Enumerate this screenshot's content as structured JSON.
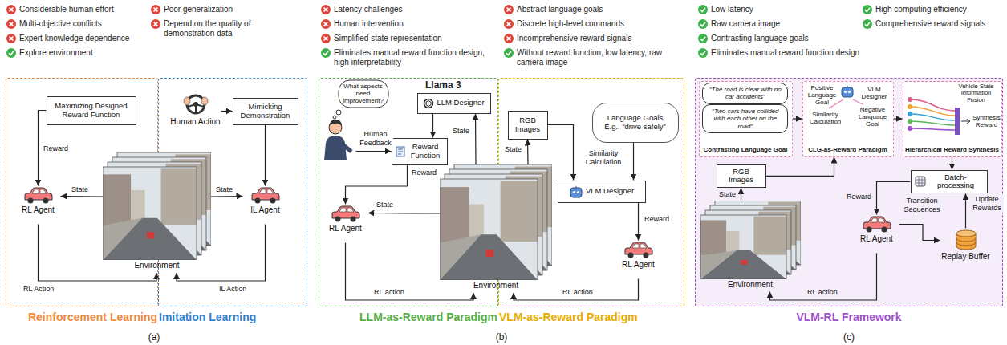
{
  "diagram": {
    "nodes": [
      {
        "text": [
          "Reinforcement Learning"
        ]
      },
      {
        "text": [
          "Imitation Learning"
        ]
      },
      {
        "text": [
          "Maximizing Designed Reward Function"
        ],
        "in": 0
      },
      {
        "text": [
          "RL Agent"
        ],
        "in": 0
      },
      {
        "text": [
          "Human Action"
        ],
        "in": 1
      },
      {
        "text": [
          "Mimicking Demonstration"
        ],
        "in": 1
      },
      {
        "text": [
          "IL Agent"
        ],
        "in": 1
      },
      {
        "text": [
          "Environment"
        ]
      },
      {
        "text": [
          "LLM-as-Reward Paradigm"
        ]
      },
      {
        "text": [
          "VLM-as-Reward Paradigm"
        ]
      },
      {
        "text": [
          "What aspects need improvement?"
        ],
        "in": 8
      },
      {
        "text": [
          "LLM Designer"
        ],
        "in": 8
      },
      {
        "text": [
          "Reward Function"
        ],
        "in": 8
      },
      {
        "text": [
          "RL Agent"
        ],
        "in": 8
      },
      {
        "text": [
          "Environment"
        ]
      },
      {
        "text": [
          "RGB Images"
        ],
        "in": 9
      },
      {
        "text": [
          "Language Goals",
          "E.g., “drive safely”"
        ],
        "in": 9
      },
      {
        "text": [
          "VLM Designer"
        ],
        "in": 9
      },
      {
        "text": [
          "RL Agent"
        ],
        "in": 9
      },
      {
        "text": [
          "VLM-RL Framework"
        ]
      },
      {
        "text": [
          "Contrasting Language Goal"
        ],
        "in": 19
      },
      {
        "text": [
          "“The road is clear with no car accidents”"
        ],
        "in": 20
      },
      {
        "text": [
          "“Two cars have collided with each other on the road”"
        ],
        "in": 20
      },
      {
        "text": [
          "CLG-as-Reward Paradigm",
          "Positive Language Goal",
          "VLM Designer",
          "Similarity Calculation",
          "Negative Language Goal"
        ],
        "in": 19
      },
      {
        "text": [
          "Hierarchical Reward Synthesis",
          "Vehicle State Information Fusion",
          "Synthesis Reward"
        ],
        "in": 19
      },
      {
        "text": [
          "RGB Images"
        ],
        "in": 19
      },
      {
        "text": [
          "Batch-processing"
        ],
        "in": 19
      },
      {
        "text": [
          "RL Agent"
        ],
        "in": 19
      },
      {
        "text": [
          "Replay Buffer"
        ],
        "in": 19
      },
      {
        "text": [
          "Environment"
        ],
        "in": 19
      }
    ],
    "edges": [
      {
        "from": 2,
        "to": 3,
        "arrow": "to",
        "label": "Reward"
      },
      {
        "from": 7,
        "to": 3,
        "arrow": "to",
        "label": "State"
      },
      {
        "from": 3,
        "to": 7,
        "arrow": "to",
        "label": "RL Action"
      },
      {
        "from": 4,
        "to": 5,
        "arrow": "to"
      },
      {
        "from": 5,
        "to": 6,
        "arrow": "to"
      },
      {
        "from": 7,
        "to": 6,
        "arrow": "to",
        "label": "State"
      },
      {
        "from": 6,
        "to": 7,
        "arrow": "to",
        "label": "IL Action"
      },
      {
        "from": 10,
        "to": 12,
        "arrow": "to",
        "label": "Human Feedback"
      },
      {
        "from": 11,
        "to": 12,
        "arrow": "to"
      },
      {
        "from": 12,
        "to": 13,
        "arrow": "to",
        "label": "Reward"
      },
      {
        "from": 14,
        "to": 13,
        "arrow": "to",
        "label": "State"
      },
      {
        "from": 13,
        "to": 14,
        "arrow": "to",
        "label": "RL action"
      },
      {
        "from": 14,
        "to": 11,
        "arrow": "to",
        "label": "State"
      },
      {
        "from": 14,
        "to": 15,
        "arrow": "to",
        "label": "State"
      },
      {
        "from": 15,
        "to": 17,
        "arrow": "to",
        "label": "Similarity Calculation"
      },
      {
        "from": 16,
        "to": 17,
        "arrow": "to"
      },
      {
        "from": 17,
        "to": 18,
        "arrow": "to",
        "label": "Reward"
      },
      {
        "from": 18,
        "to": 14,
        "arrow": "to",
        "label": "RL action"
      },
      {
        "from": 20,
        "to": 23,
        "arrow": "to"
      },
      {
        "from": 23,
        "to": 24,
        "arrow": "to"
      },
      {
        "from": 29,
        "to": 25,
        "arrow": "to",
        "label": "State"
      },
      {
        "from": 25,
        "to": 23,
        "arrow": "to"
      },
      {
        "from": 24,
        "to": 26,
        "arrow": "to"
      },
      {
        "from": 26,
        "to": 27,
        "arrow": "to",
        "label": "Reward"
      },
      {
        "from": 27,
        "to": 28,
        "arrow": "to",
        "label": "Transition Sequences"
      },
      {
        "from": 28,
        "to": 26,
        "arrow": "to",
        "label": "Update Rewards"
      },
      {
        "from": 27,
        "to": 29,
        "arrow": "to",
        "label": "RL action"
      }
    ],
    "labels": [
      "Considerable human effort",
      "Multi-objective conflicts",
      "Expert knowledge dependence",
      "Explore environment",
      "Poor generalization",
      "Depend on the quality of demonstration data",
      "Latency challenges",
      "Human intervention",
      "Simplified state representation",
      "Eliminates manual reward function design, high interpretability",
      "Abstract language goals",
      "Discrete high-level commands",
      "Incomprehensive reward signals",
      "Without reward function, low latency, raw camera image",
      "Llama 3",
      "Low latency",
      "Raw camera image",
      "Contrasting language goals",
      "Eliminates manual reward function design",
      "High computing efficiency",
      "Comprehensive reward signals",
      "(a)",
      "(b)",
      "(c)"
    ]
  }
}
